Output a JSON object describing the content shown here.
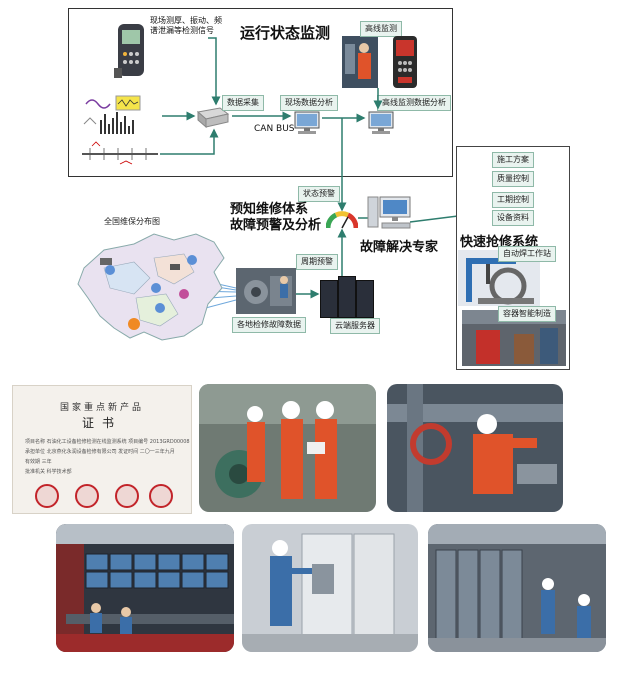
{
  "top": {
    "title": "运行状态监测",
    "labels": {
      "field_test": "现场测厚、振动、频谱泄漏等检测信号",
      "online": "高线监测",
      "data_collect": "数据采集",
      "field_analysis": "现场数据分析",
      "online_analysis": "高线监测数据分析",
      "bus": "CAN BUS"
    }
  },
  "middle": {
    "state_warning": "状态预警",
    "predict_title_1": "预知维修体系",
    "predict_title_2": "故障预警及分析",
    "expert": "故障解决专家",
    "periodic_warning": "周期预警",
    "map_title": "全国维保分布图",
    "fault_data": "各地检修故障数据",
    "cloud": "云端服务器"
  },
  "right": {
    "title": "快速抢修系统",
    "items": [
      "施工方案",
      "质量控制",
      "工期控制",
      "设备资料",
      "自动焊工作站",
      "容器智能制造"
    ]
  },
  "certificate": {
    "title": "国家重点新产品",
    "subtitle": "证书",
    "rows": [
      "项目名称  石油化工设备检修检测在线监测系统    项目编号  2013GRD00008",
      "承担单位  北京燕化永润设备检修有限公司     发证时间  二〇一三年九月",
      "                           有效期    三年",
      "批准机关  科学技术部"
    ]
  },
  "colors": {
    "line": "#2e7d6e",
    "label_bg": "#e9f3ef",
    "label_border": "#8fb9a8",
    "seal": "#c2242a",
    "worker_suit": "#e0532a"
  }
}
